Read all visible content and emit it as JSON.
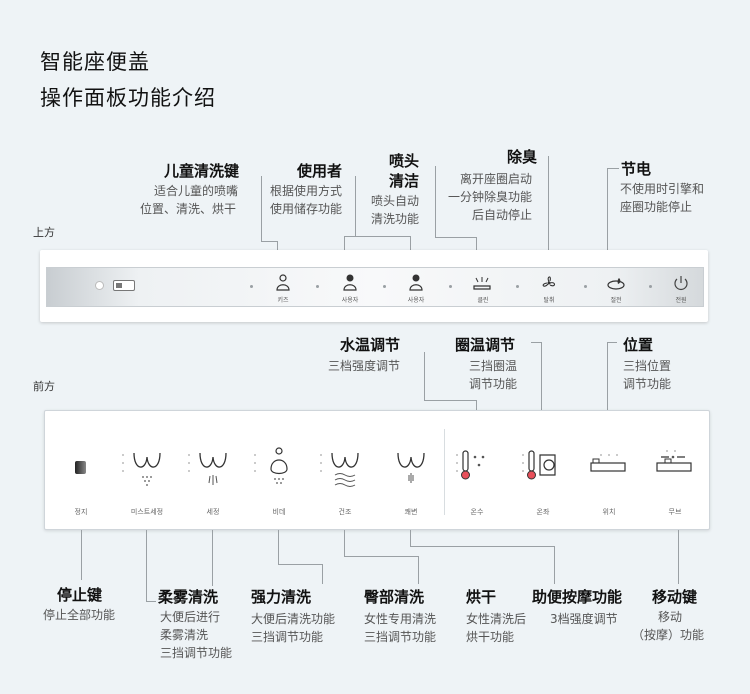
{
  "title": {
    "line1": "智能座便盖",
    "line2": "操作面板功能介绍"
  },
  "labels": {
    "top": "上方",
    "front": "前方"
  },
  "top_callouts": [
    {
      "head": "儿童清洗键",
      "desc1": "适合儿童的喷嘴",
      "desc2": "位置、清洗、烘干"
    },
    {
      "head": "使用者",
      "desc1": "根据使用方式",
      "desc2": "使用储存功能"
    },
    {
      "head1": "喷头",
      "head2": "清洁",
      "desc1": "喷头自动",
      "desc2": "清洗功能"
    },
    {
      "head": "除臭",
      "desc1": "离开座圈启动",
      "desc2": "一分钟除臭功能",
      "desc3": "后自动停止"
    },
    {
      "head": "节电",
      "desc1": "不使用时引擎和",
      "desc2": "座圈功能停止"
    }
  ],
  "top_panel": {
    "buttons": [
      {
        "label": "키즈",
        "icon": "kids-icon"
      },
      {
        "label": "사용자",
        "icon": "user-1-icon"
      },
      {
        "label": "사용자",
        "icon": "user-2-icon"
      },
      {
        "label": "클린",
        "icon": "nozzle-clean-icon"
      },
      {
        "label": "탈취",
        "icon": "fan-icon"
      },
      {
        "label": "절전",
        "icon": "power-save-icon"
      },
      {
        "label": "전원",
        "icon": "power-icon"
      }
    ]
  },
  "mid_callouts": [
    {
      "head": "水温调节",
      "desc1": "三档强度调节"
    },
    {
      "head": "圈温调节",
      "desc1": "三挡圈温",
      "desc2": "调节功能"
    },
    {
      "head": "位置",
      "desc1": "三挡位置",
      "desc2": "调节功能"
    }
  ],
  "front_panel": {
    "buttons": [
      {
        "label": "정지",
        "icon": "stop-icon"
      },
      {
        "label": "미스트세정",
        "icon": "mist-wash-icon"
      },
      {
        "label": "세정",
        "icon": "wash-icon"
      },
      {
        "label": "비데",
        "icon": "bidet-icon"
      },
      {
        "label": "건조",
        "icon": "dry-icon"
      },
      {
        "label": "쾌변",
        "icon": "massage-icon"
      },
      {
        "label": "온수",
        "icon": "water-temp-icon"
      },
      {
        "label": "온좌",
        "icon": "seat-temp-icon"
      },
      {
        "label": "위치",
        "icon": "position-icon"
      },
      {
        "label": "무브",
        "icon": "move-icon"
      }
    ]
  },
  "bottom_callouts": [
    {
      "head": "停止键",
      "desc1": "停止全部功能"
    },
    {
      "head": "柔雾清洗",
      "desc1": "大便后进行",
      "desc2": "柔雾清洗",
      "desc3": "三挡调节功能"
    },
    {
      "head": "强力清洗",
      "desc1": "大便后清洗功能",
      "desc2": "三挡调节功能"
    },
    {
      "head": "臀部清洗",
      "desc1": "女性专用清洗",
      "desc2": "三挡调节功能"
    },
    {
      "head": "烘干",
      "desc1": "女性清洗后",
      "desc2": "烘干功能"
    },
    {
      "head": "助便按摩功能",
      "desc1": "3档强度调节"
    },
    {
      "head": "移动键",
      "desc1": "移动",
      "desc2": "（按摩）功能"
    }
  ],
  "colors": {
    "background": "#eef3f6",
    "line": "#9aa0a4",
    "panel": "#ffffff"
  }
}
